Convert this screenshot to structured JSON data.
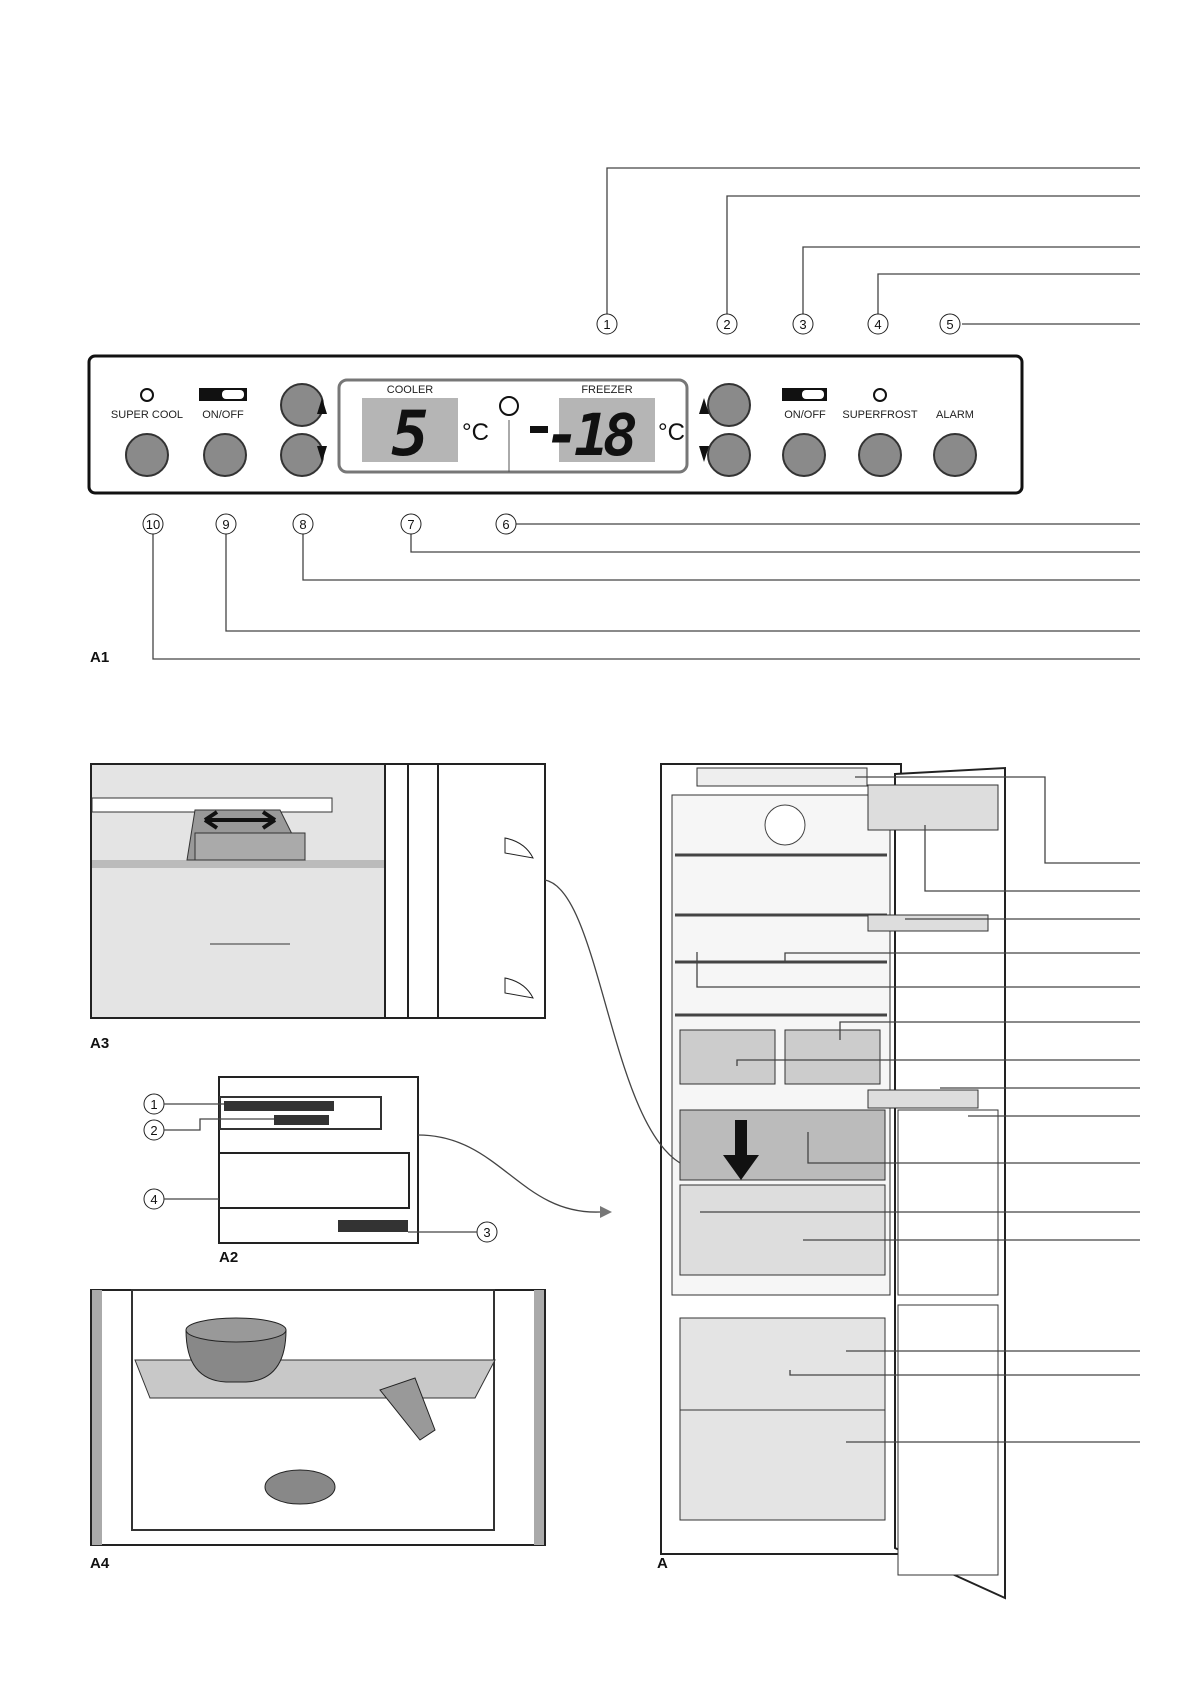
{
  "panel": {
    "super_cool": "SUPER COOL",
    "on_off_left": "ON/OFF",
    "cooler": "COOLER",
    "cooler_temp": "5",
    "unit": "°C",
    "freezer": "FREEZER",
    "freezer_temp": "-18",
    "on_off_right": "ON/OFF",
    "superfrost": "SUPERFROST",
    "alarm": "ALARM"
  },
  "callouts_top": [
    "1",
    "2",
    "3",
    "4",
    "5"
  ],
  "callouts_bottom": [
    "10",
    "9",
    "8",
    "7",
    "6"
  ],
  "label_callouts": [
    "1",
    "2",
    "3",
    "4"
  ],
  "figures": {
    "a1": "A1",
    "a2": "A2",
    "a3": "A3",
    "a4": "A4",
    "a": "A"
  },
  "colors": {
    "button": "#8a8a8a",
    "lcd": "#b5b5b5",
    "line": "#444444"
  }
}
